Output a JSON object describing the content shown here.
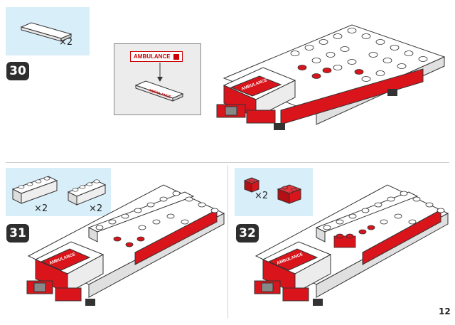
{
  "steps": [
    {
      "number": "30",
      "parts": [
        {
          "qty": "×2"
        }
      ]
    },
    {
      "number": "31",
      "parts": [
        {
          "qty": "×2"
        },
        {
          "qty": "×2"
        }
      ]
    },
    {
      "number": "32",
      "parts": [
        {
          "qty": "×2"
        }
      ]
    }
  ],
  "callout": {
    "label": "AMBULANCE"
  },
  "truck": {
    "door_label": "AMBULANCE"
  },
  "colors": {
    "brick_red": "#d9141b",
    "brick_white": "#ffffff",
    "parts_bg": "#d8eef9"
  },
  "page": {
    "number": "12"
  }
}
